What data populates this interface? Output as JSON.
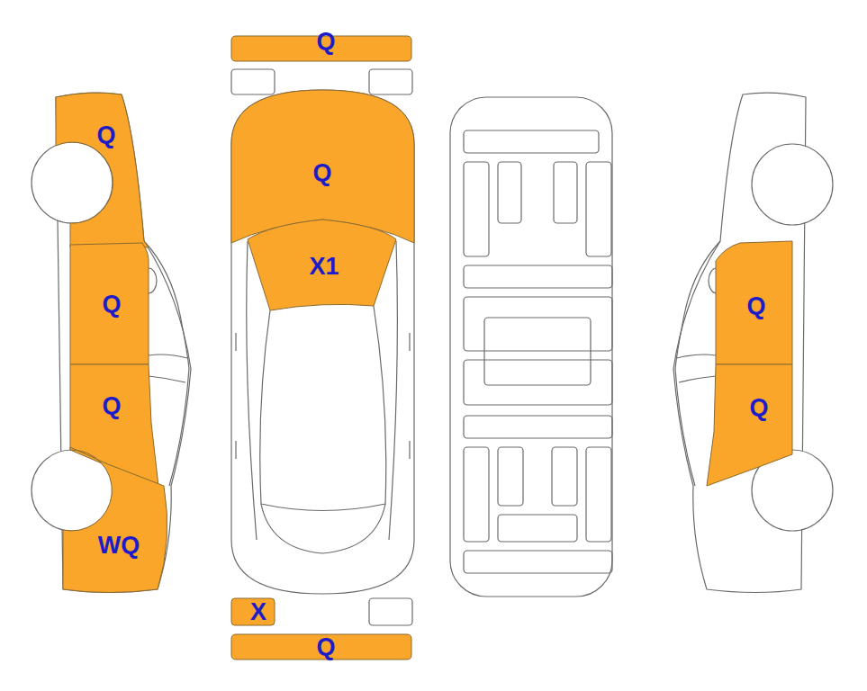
{
  "diagram": {
    "nodes": [
      {
        "text": [
          "Q"
        ]
      },
      {
        "text": [
          "Q"
        ]
      },
      {
        "text": [
          "Q"
        ]
      },
      {
        "text": [
          "Q"
        ]
      },
      {
        "text": [
          "WQ"
        ]
      },
      {
        "text": [
          "Q"
        ]
      },
      {
        "text": [
          "X1"
        ]
      },
      {
        "text": [
          "Q"
        ]
      },
      {
        "text": [
          "Q"
        ]
      },
      {
        "text": [
          "X"
        ]
      },
      {
        "text": [
          "Q"
        ]
      }
    ]
  }
}
